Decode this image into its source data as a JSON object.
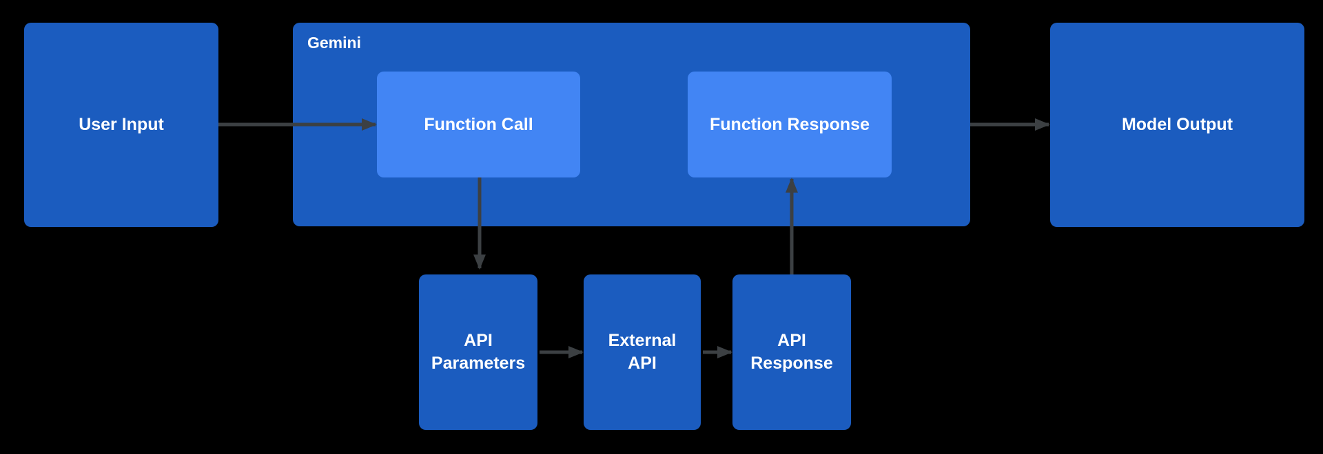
{
  "diagram": {
    "nodes": {
      "user_input": {
        "label": "User Input"
      },
      "gemini": {
        "label": "Gemini"
      },
      "function_call": {
        "label": "Function Call"
      },
      "function_response": {
        "label": "Function Response"
      },
      "model_output": {
        "label": "Model Output"
      },
      "api_parameters": {
        "label": "API Parameters"
      },
      "external_api": {
        "label": "External API"
      },
      "api_response": {
        "label": "API Response"
      }
    },
    "edges": [
      {
        "from": "user_input",
        "to": "function_call"
      },
      {
        "from": "function_call",
        "to": "api_parameters"
      },
      {
        "from": "api_parameters",
        "to": "external_api"
      },
      {
        "from": "external_api",
        "to": "api_response"
      },
      {
        "from": "api_response",
        "to": "function_response"
      },
      {
        "from": "gemini",
        "to": "model_output"
      }
    ]
  },
  "colors": {
    "background": "#000000",
    "node_fill": "#1b5cbf",
    "inner_node_fill": "#4285f4",
    "arrow": "#3c4043",
    "text": "#ffffff"
  }
}
